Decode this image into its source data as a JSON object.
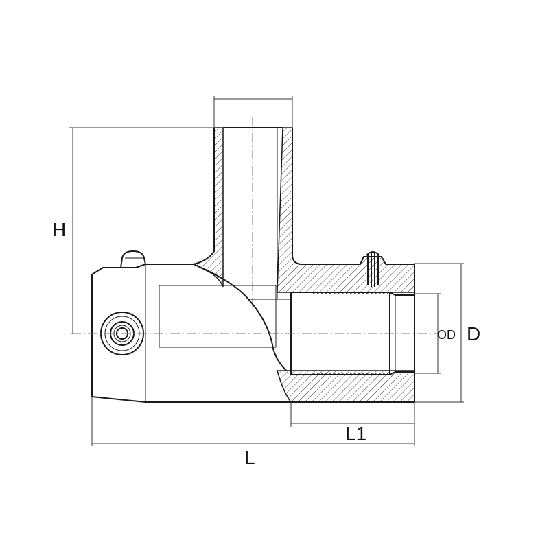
{
  "labels": {
    "H": "H",
    "D": "D",
    "OD": "OD",
    "L": "L",
    "L1": "L1"
  },
  "colors": {
    "line": "#1a1a1a",
    "dimension": "#333333",
    "centerline": "#777777",
    "background": "#ffffff"
  }
}
